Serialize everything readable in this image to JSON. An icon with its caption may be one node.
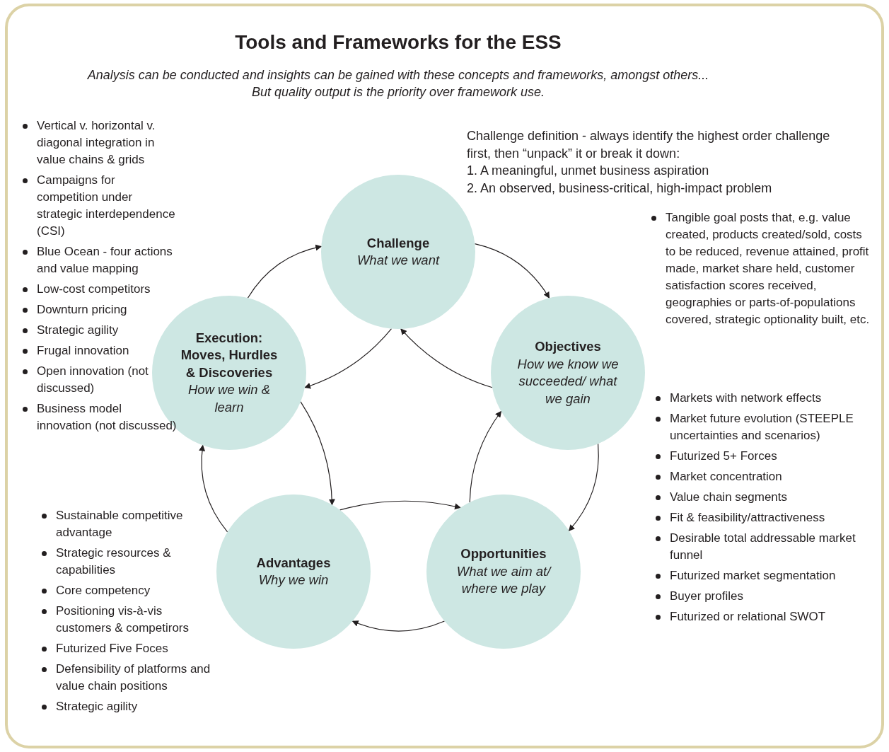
{
  "diagram": {
    "title": "Tools and Frameworks for the ESS",
    "caption": "Analysis can be conducted and insights can be gained with these concepts and frameworks, amongst others... But quality output is the priority over framework use.",
    "nodes": [
      {
        "text": [
          "Challenge",
          "What we want"
        ]
      },
      {
        "text": [
          "Objectives",
          "How we know we succeeded/ what we gain"
        ]
      },
      {
        "text": [
          "Opportunities",
          "What we aim at/ where we play"
        ]
      },
      {
        "text": [
          "Advantages",
          "Why we win"
        ]
      },
      {
        "text": [
          "Execution: Moves, Hurdles & Discoveries",
          "How we win & learn"
        ]
      }
    ],
    "edges": [
      {
        "from": 4,
        "to": 0,
        "arrow": "to"
      },
      {
        "from": 0,
        "to": 1,
        "arrow": "to"
      },
      {
        "from": 1,
        "to": 0,
        "arrow": "to"
      },
      {
        "from": 0,
        "to": 4,
        "arrow": "to"
      },
      {
        "from": 1,
        "to": 2,
        "arrow": "to"
      },
      {
        "from": 2,
        "to": 1,
        "arrow": "to"
      },
      {
        "from": 2,
        "to": 3,
        "arrow": "to"
      },
      {
        "from": 3,
        "to": 2,
        "arrow": "to"
      },
      {
        "from": 4,
        "to": 3,
        "arrow": "to"
      },
      {
        "from": 3,
        "to": 4,
        "arrow": "to"
      }
    ],
    "labels": [
      "Vertical v. horizontal v. diagonal integration in value chains & grids",
      "Campaigns for competition under strategic interdependence (CSI)",
      "Blue Ocean - four actions and value mapping",
      "Low-cost competitors",
      "Downturn pricing",
      "Strategic agility",
      "Frugal innovation",
      "Open innovation (not discussed)",
      "Business model innovation (not discussed)",
      "Challenge definition - always identify the highest order challenge first, then “unpack” it or break it down:",
      "1. A meaningful, unmet business aspiration",
      "2. An observed, business-critical, high-impact problem",
      "Tangible goal posts that, e.g. value created, products created/sold, costs to be reduced, revenue attained, profit made, market share held, customer satisfaction scores received, geographies or parts-of-populations covered, strategic optionality built, etc.",
      "Markets with network effects",
      "Market future evolution (STEEPLE uncertainties and scenarios)",
      "Futurized 5+ Forces",
      "Market concentration",
      "Value chain segments",
      "Fit & feasibility/attractiveness",
      "Desirable total addressable market funnel",
      "Futurized market segmentation",
      "Buyer profiles",
      "Futurized or relational SWOT",
      "Sustainable competitive advantage",
      "Strategic resources & capabilities",
      "Core competency",
      "Positioning vis-à-vis customers & competirors",
      "Futurized Five Foces",
      "Defensibility of platforms and value chain positions",
      "Strategic agility"
    ]
  }
}
